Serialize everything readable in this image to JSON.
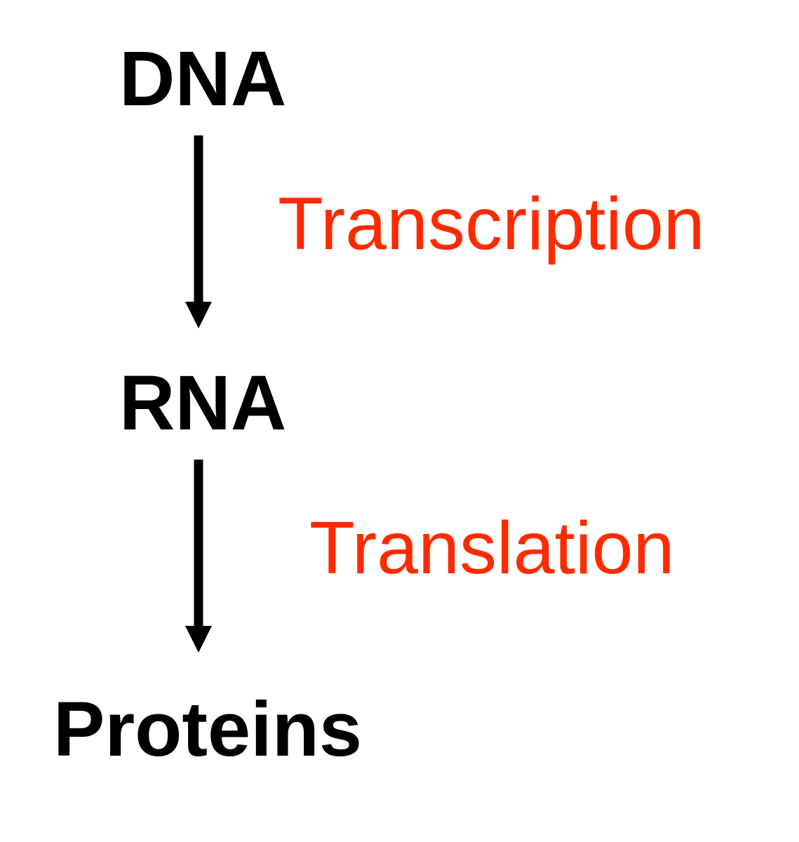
{
  "nodes": {
    "dna": "DNA",
    "rna": "RNA",
    "proteins": "Proteins"
  },
  "processes": {
    "transcription": "Transcription",
    "translation": "Translation"
  },
  "colors": {
    "node_text": "#000000",
    "process_text": "#ff2a00",
    "arrow": "#000000",
    "background": "#ffffff"
  }
}
